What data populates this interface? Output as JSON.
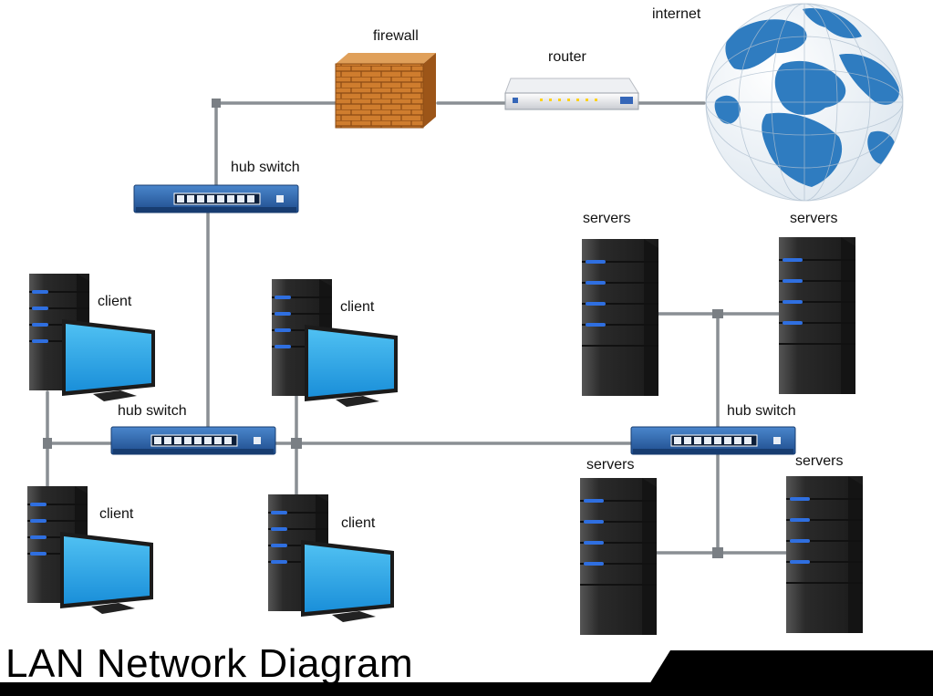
{
  "title": "LAN Network Diagram",
  "labels": {
    "internet": "internet",
    "firewall": "firewall",
    "router": "router",
    "hub_switch": "hub switch",
    "client": "client",
    "servers": "servers"
  },
  "colors": {
    "cable": "#8a8f94",
    "switch_body": "#2f63a6",
    "tower_body": "#2b2b2b",
    "led": "#2f6fe0",
    "monitor_screen": "#2aa3e6",
    "firewall_brick": "#c9772a",
    "globe_ocean": "#ffffff",
    "globe_land": "#2f7cc0",
    "footer_bar": "#000000"
  },
  "icons": [
    "globe-icon",
    "firewall-icon",
    "router-icon",
    "hub-switch-icon",
    "client-computer-icon",
    "server-tower-icon"
  ]
}
